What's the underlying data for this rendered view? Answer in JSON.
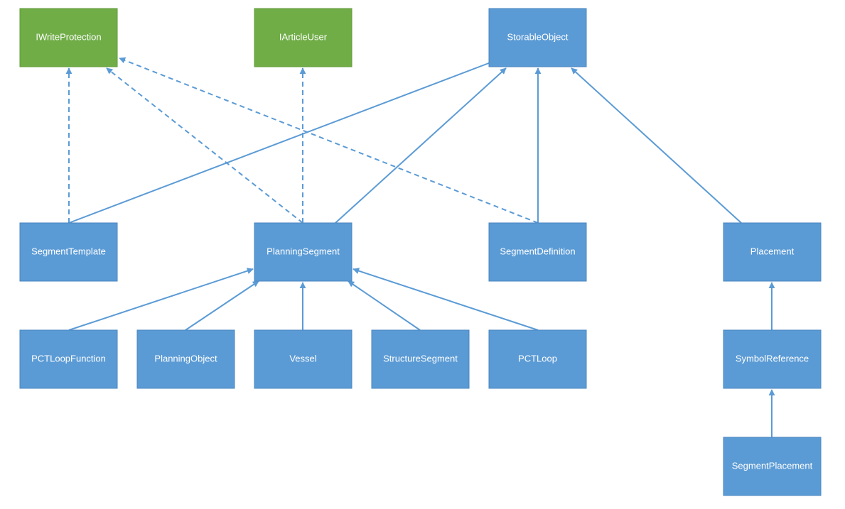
{
  "colors": {
    "class_fill": "#5b9bd5",
    "class_border": "#4a86c0",
    "interface_fill": "#70ad47",
    "interface_border": "#5f9a3a",
    "edge": "#5b9bd5",
    "label": "#ffffff"
  },
  "nodes": {
    "iwriteprotection": {
      "label": "IWriteProtection",
      "kind": "interface"
    },
    "iarticleuser": {
      "label": "IArticleUser",
      "kind": "interface"
    },
    "storableobject": {
      "label": "StorableObject",
      "kind": "class"
    },
    "segmenttemplate": {
      "label": "SegmentTemplate",
      "kind": "class"
    },
    "planningsegment": {
      "label": "PlanningSegment",
      "kind": "class"
    },
    "segmentdefinition": {
      "label": "SegmentDefinition",
      "kind": "class"
    },
    "placement": {
      "label": "Placement",
      "kind": "class"
    },
    "pctloopfunction": {
      "label": "PCTLoopFunction",
      "kind": "class"
    },
    "planningobject": {
      "label": "PlanningObject",
      "kind": "class"
    },
    "vessel": {
      "label": "Vessel",
      "kind": "class"
    },
    "structuresegment": {
      "label": "StructureSegment",
      "kind": "class"
    },
    "pctloop": {
      "label": "PCTLoop",
      "kind": "class"
    },
    "symbolreference": {
      "label": "SymbolReference",
      "kind": "class"
    },
    "segmentplacement": {
      "label": "SegmentPlacement",
      "kind": "class"
    }
  },
  "edges": [
    {
      "from": "segmenttemplate",
      "to": "iwriteprotection",
      "style": "dashed"
    },
    {
      "from": "segmenttemplate",
      "to": "storableobject",
      "style": "solid"
    },
    {
      "from": "planningsegment",
      "to": "iwriteprotection",
      "style": "dashed"
    },
    {
      "from": "planningsegment",
      "to": "iarticleuser",
      "style": "dashed"
    },
    {
      "from": "planningsegment",
      "to": "storableobject",
      "style": "solid"
    },
    {
      "from": "segmentdefinition",
      "to": "iwriteprotection",
      "style": "dashed"
    },
    {
      "from": "segmentdefinition",
      "to": "storableobject",
      "style": "solid"
    },
    {
      "from": "placement",
      "to": "storableobject",
      "style": "solid"
    },
    {
      "from": "pctloopfunction",
      "to": "planningsegment",
      "style": "solid"
    },
    {
      "from": "planningobject",
      "to": "planningsegment",
      "style": "solid"
    },
    {
      "from": "vessel",
      "to": "planningsegment",
      "style": "solid"
    },
    {
      "from": "structuresegment",
      "to": "planningsegment",
      "style": "solid"
    },
    {
      "from": "pctloop",
      "to": "planningsegment",
      "style": "solid"
    },
    {
      "from": "symbolreference",
      "to": "placement",
      "style": "solid"
    },
    {
      "from": "segmentplacement",
      "to": "symbolreference",
      "style": "solid"
    }
  ]
}
